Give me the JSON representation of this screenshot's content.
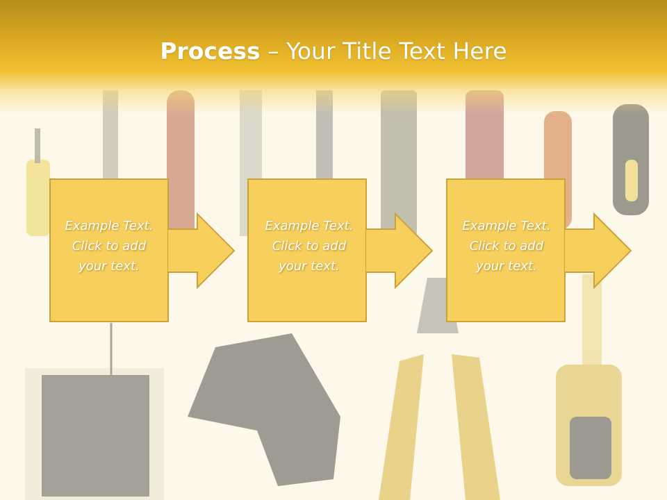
{
  "slide": {
    "title_bold": "Process",
    "title_rest": " – Your Title Text Here",
    "steps": [
      {
        "line1": "Example Text.",
        "line2": "Click  to add",
        "line3": "your text."
      },
      {
        "line1": "Example Text.",
        "line2": "Click  to add",
        "line3": "your text."
      },
      {
        "line1": "Example Text.",
        "line2": "Click  to add",
        "line3": "your text."
      }
    ]
  },
  "colors": {
    "header_dark": "#b58d1c",
    "header_light": "#f0c032",
    "box_fill": "#f7cf5d",
    "box_border": "#c9a23a",
    "text": "#ffffff",
    "background": "#fdf8ea"
  }
}
